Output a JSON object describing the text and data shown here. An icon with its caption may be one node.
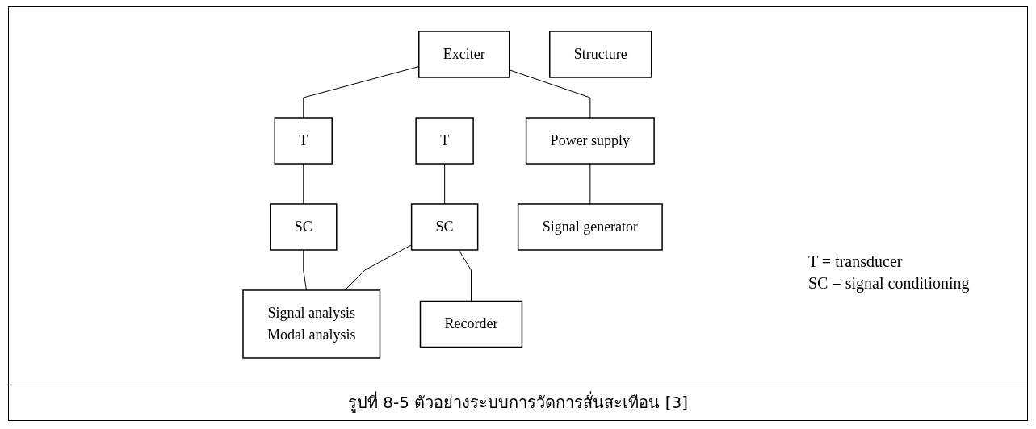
{
  "diagram": {
    "caption": "รูปที่ 8-5 ตัวอย่างระบบการวัดการสั่นสะเทือน [3]",
    "nodes": [
      {
        "text": [
          "Exciter"
        ]
      },
      {
        "text": [
          "T"
        ]
      },
      {
        "text": [
          "Structure"
        ]
      },
      {
        "text": [
          "T"
        ]
      },
      {
        "text": [
          "Power supply"
        ]
      },
      {
        "text": [
          "SC"
        ]
      },
      {
        "text": [
          "SC"
        ]
      },
      {
        "text": [
          "Recorder"
        ]
      },
      {
        "text": [
          "Signal analysis",
          "Modal analysis"
        ]
      },
      {
        "text": [
          "Signal generator"
        ]
      }
    ],
    "edges": [
      {
        "from": 0,
        "to": 1,
        "arrow": "none"
      },
      {
        "from": 0,
        "to": 4,
        "arrow": "none"
      },
      {
        "from": 1,
        "to": 5,
        "arrow": "none"
      },
      {
        "from": 3,
        "to": 6,
        "arrow": "none"
      },
      {
        "from": 4,
        "to": 9,
        "arrow": "none"
      },
      {
        "from": 5,
        "to": 8,
        "arrow": "none"
      },
      {
        "from": 6,
        "to": 8,
        "arrow": "none"
      },
      {
        "from": 6,
        "to": 7,
        "arrow": "none"
      }
    ],
    "labels": [
      "T = transducer",
      "SC = signal conditioning"
    ]
  }
}
